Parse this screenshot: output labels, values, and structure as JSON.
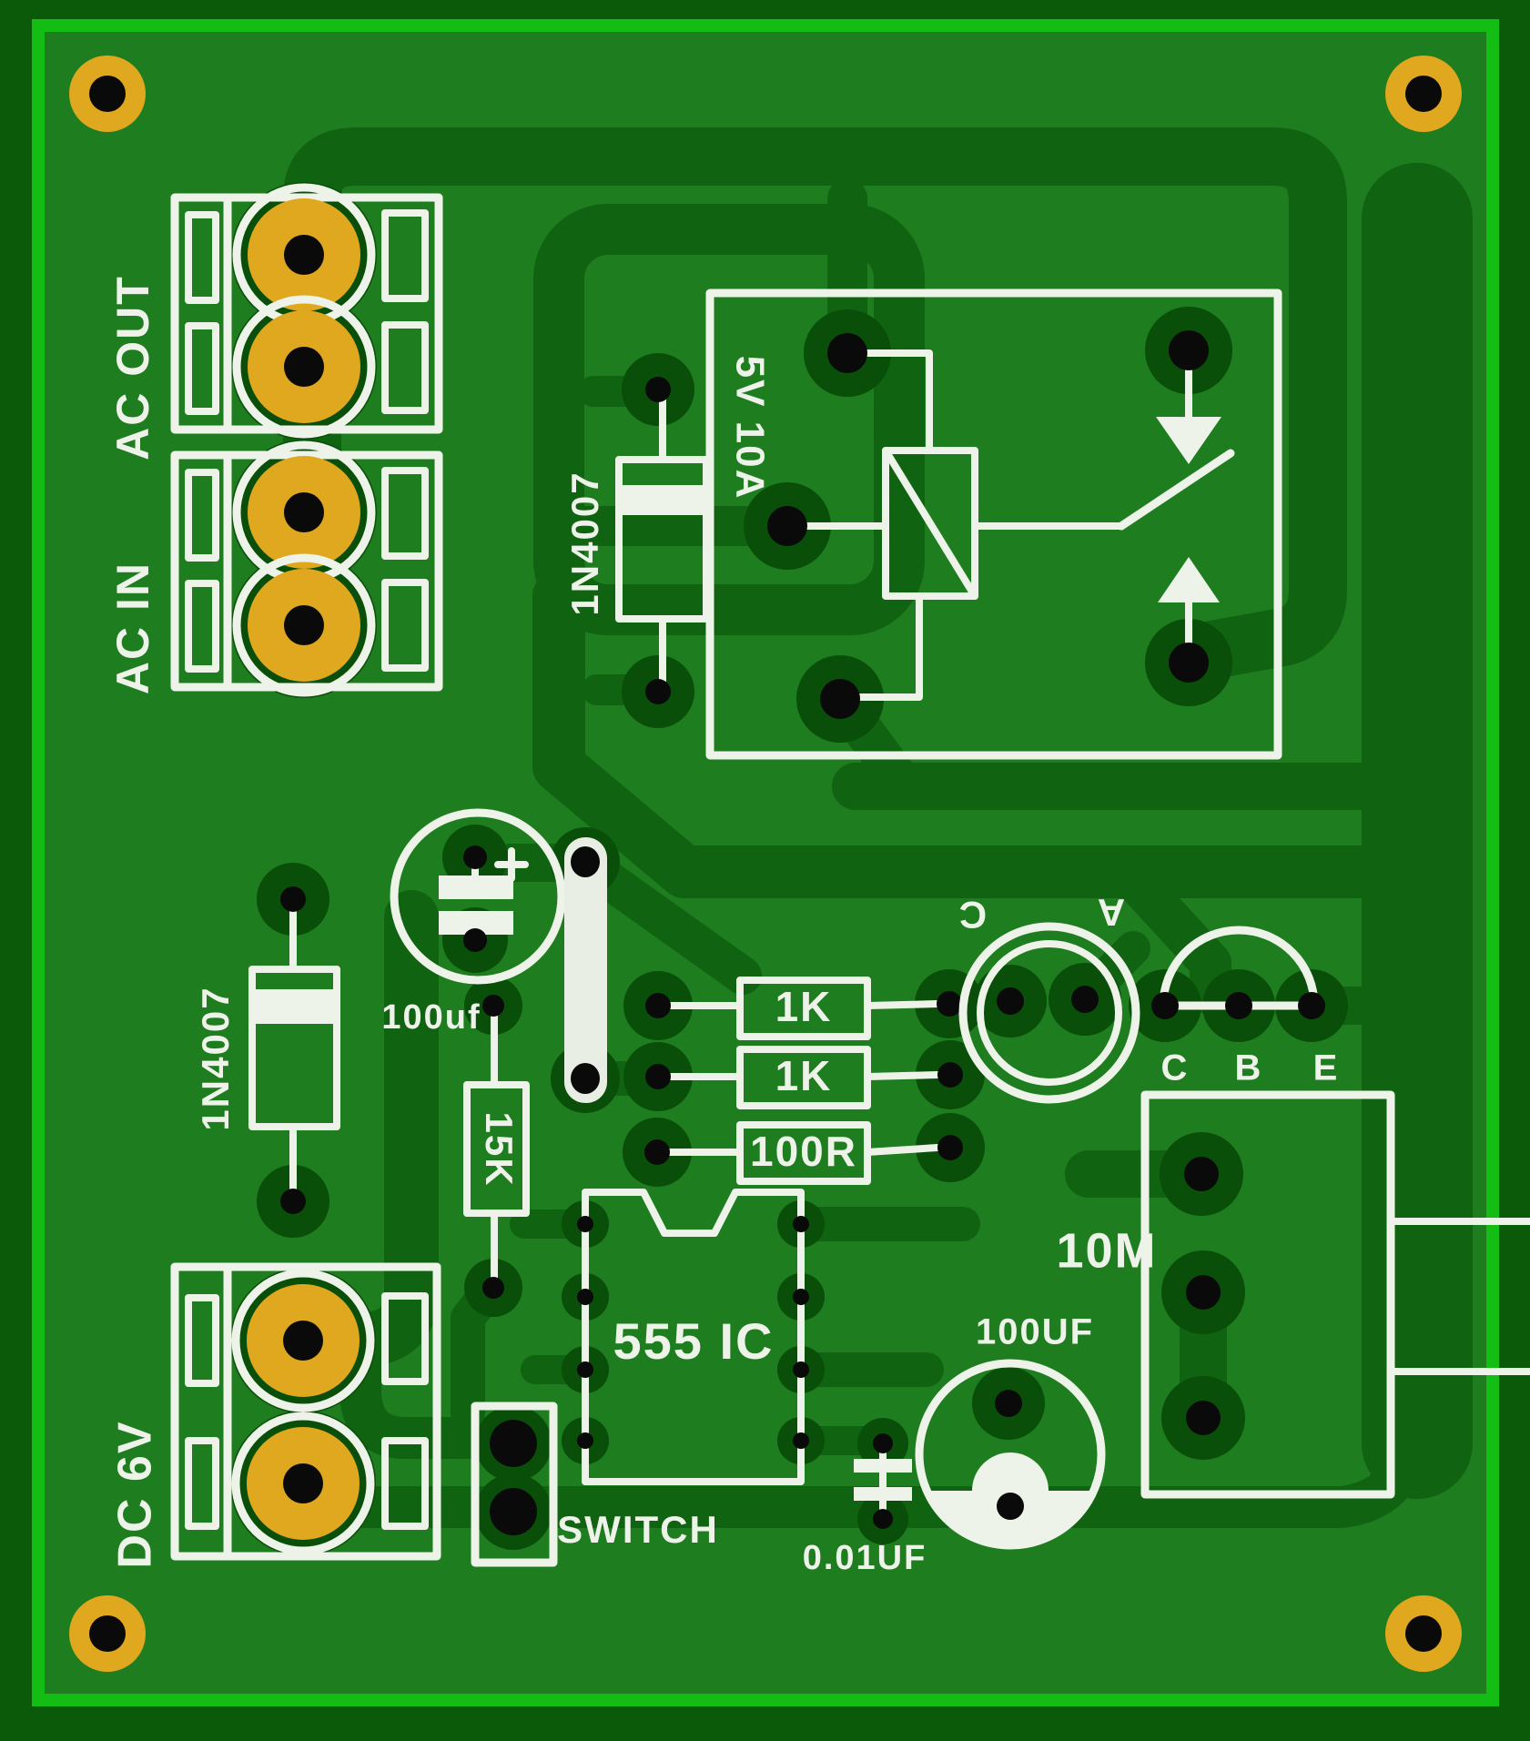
{
  "title": "PCB layout - 555 IC relay timer board",
  "colors": {
    "board_green": "#1e7d1e",
    "margin_green": "#0a5a0a",
    "border_bright_green": "#14bd14",
    "trace_dark_green": "#106310",
    "thermal_pad_green": "#094f09",
    "silkscreen_white": "#eef3ea",
    "pad_yellow": "#dfa81e",
    "drill_black": "#0a0a0a"
  },
  "labels": {
    "ac_out": "AC OUT",
    "ac_in": "AC IN",
    "dc_6v": "DC 6V",
    "relay_rating": "5V 10A",
    "relay_diode": "1N4007",
    "input_diode": "1N4007",
    "filter_cap": "100uf",
    "res_15k": "15K",
    "res_1k_top": "1K",
    "res_1k_mid": "1K",
    "res_100r": "100R",
    "ic_555": "555 IC",
    "switch": "SWITCH",
    "cap_001uf": "0.01UF",
    "cap_100uf": "100UF",
    "res_10m": "10M",
    "led_cathode": "C",
    "led_anode": "A",
    "transistor_c": "C",
    "transistor_b": "B",
    "transistor_e": "E"
  }
}
